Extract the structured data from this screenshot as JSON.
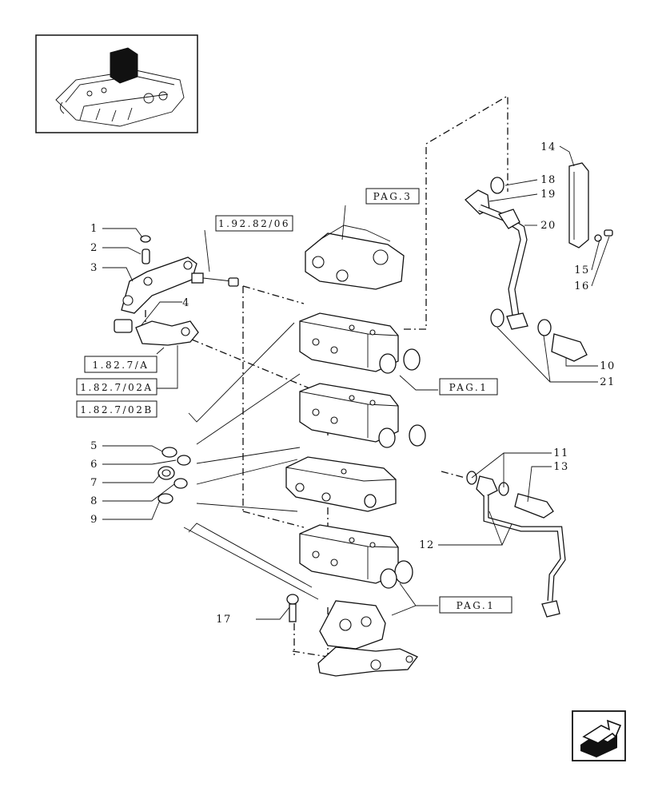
{
  "callouts": [
    {
      "id": "c1",
      "text": "1"
    },
    {
      "id": "c2",
      "text": "2"
    },
    {
      "id": "c3",
      "text": "3"
    },
    {
      "id": "c4",
      "text": "4"
    },
    {
      "id": "c5",
      "text": "5"
    },
    {
      "id": "c6",
      "text": "6"
    },
    {
      "id": "c7",
      "text": "7"
    },
    {
      "id": "c8",
      "text": "8"
    },
    {
      "id": "c9",
      "text": "9"
    },
    {
      "id": "c10",
      "text": "10"
    },
    {
      "id": "c11",
      "text": "11"
    },
    {
      "id": "c12",
      "text": "12"
    },
    {
      "id": "c13",
      "text": "13"
    },
    {
      "id": "c14",
      "text": "14"
    },
    {
      "id": "c15",
      "text": "15"
    },
    {
      "id": "c16",
      "text": "16"
    },
    {
      "id": "c17",
      "text": "17"
    },
    {
      "id": "c18",
      "text": "18"
    },
    {
      "id": "c19",
      "text": "19"
    },
    {
      "id": "c20",
      "text": "20"
    },
    {
      "id": "c21",
      "text": "21"
    }
  ],
  "references": {
    "ref_1_92_82_06": "1.92.82/06",
    "ref_pag3": "PAG.3",
    "ref_1_82_7_a": "1.82.7/A",
    "ref_1_82_7_02a": "1.82.7/02A",
    "ref_1_82_7_02b": "1.82.7/02B",
    "ref_pag1_upper": "PAG.1",
    "ref_pag1_lower": "PAG.1"
  },
  "icons": {
    "locator": "tractor-rear-housing-locator-icon",
    "nav": "next-page-arrow-icon"
  }
}
